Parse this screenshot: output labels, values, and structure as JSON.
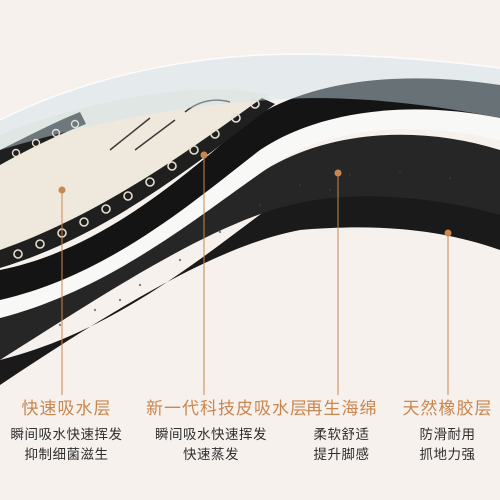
{
  "layers": [
    {
      "title": "快速吸水层",
      "desc_line1": "瞬间吸水快速挥发",
      "desc_line2": "抑制细菌滋生"
    },
    {
      "title": "新一代科技皮吸水层",
      "desc_line1": "瞬间吸水快速挥发",
      "desc_line2": "快速蒸发"
    },
    {
      "title": "再生海绵",
      "desc_line1": "柔软舒适",
      "desc_line2": "提升脚感"
    },
    {
      "title": "天然橡胶层",
      "desc_line1": "防滑耐用",
      "desc_line2": "抓地力强"
    }
  ],
  "colors": {
    "background": "#f7f1ee",
    "accent": "#c9864f",
    "text": "#2e2e2e",
    "rubber": "#1a1a1a",
    "sponge": "#252525",
    "fabric": "#efe9dd",
    "clear_film": "#cfe3ea"
  }
}
